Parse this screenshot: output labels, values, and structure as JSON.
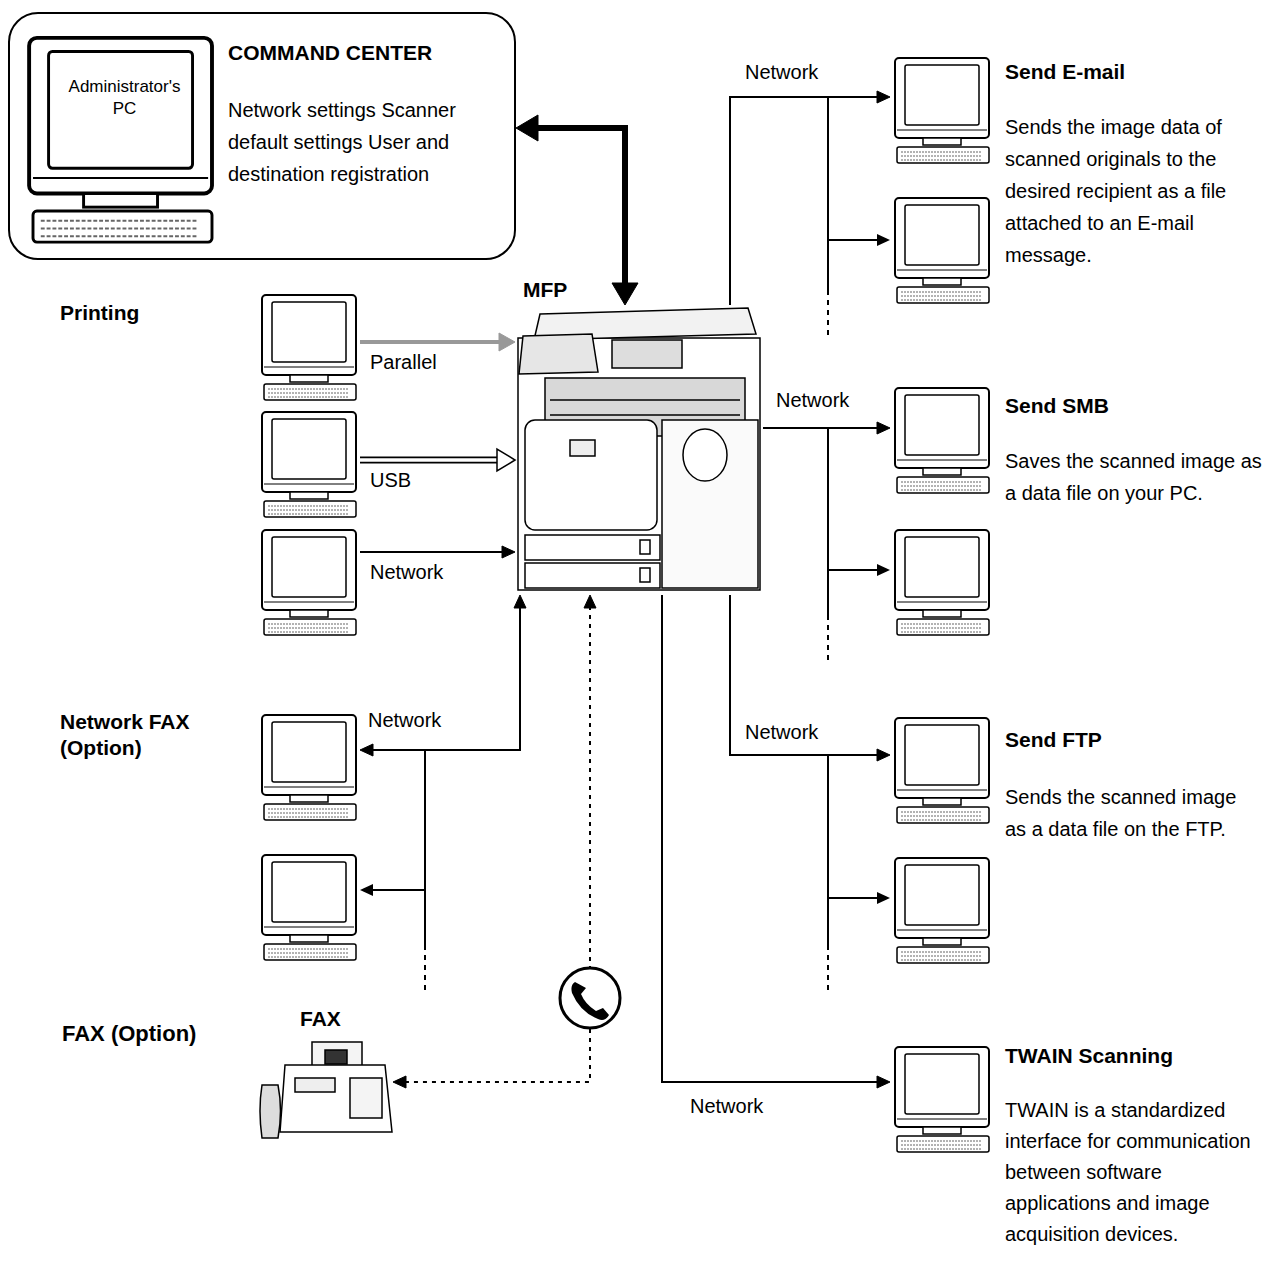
{
  "diagram": {
    "nodes": [
      {
        "text": [
          "COMMAND CENTER",
          "Network settings Scanner default settings User and destination registration"
        ]
      },
      {
        "text": [
          "Administrator's PC"
        ],
        "in": 0
      },
      {
        "text": [
          "MFP"
        ]
      },
      {
        "text": [
          "Printing"
        ]
      },
      {
        "text": [
          "Network FAX (Option)"
        ]
      },
      {
        "text": [
          "FAX"
        ]
      },
      {
        "text": [
          "Send E-mail",
          "Sends the image data of scanned originals to the desired recipient as a file attached to an E-mail message."
        ]
      },
      {
        "text": [
          "Send SMB",
          "Saves the scanned image as a data file on your PC."
        ]
      },
      {
        "text": [
          "Send FTP",
          "Sends the scanned image as a data file on the FTP."
        ]
      },
      {
        "text": [
          "TWAIN Scanning",
          "TWAIN is a standardized interface for communication between software applications and image acquisition devices."
        ]
      }
    ],
    "edges": [
      {
        "from": 0,
        "to": 2,
        "arrow": "both"
      },
      {
        "from": 3,
        "to": 2,
        "label": "Parallel",
        "arrow": "to"
      },
      {
        "from": 3,
        "to": 2,
        "label": "USB",
        "arrow": "to"
      },
      {
        "from": 3,
        "to": 2,
        "label": "Network",
        "arrow": "to"
      },
      {
        "from": 2,
        "to": 4,
        "label": "Network",
        "arrow": "both"
      },
      {
        "from": 2,
        "to": 5,
        "arrow": "both"
      },
      {
        "from": 2,
        "to": 6,
        "label": "Network",
        "arrow": "to"
      },
      {
        "from": 2,
        "to": 7,
        "label": "Network",
        "arrow": "to"
      },
      {
        "from": 2,
        "to": 8,
        "label": "Network",
        "arrow": "to"
      },
      {
        "from": 2,
        "to": 9,
        "label": "Network",
        "arrow": "to"
      }
    ],
    "labels": [
      "FAX (Option)"
    ]
  }
}
